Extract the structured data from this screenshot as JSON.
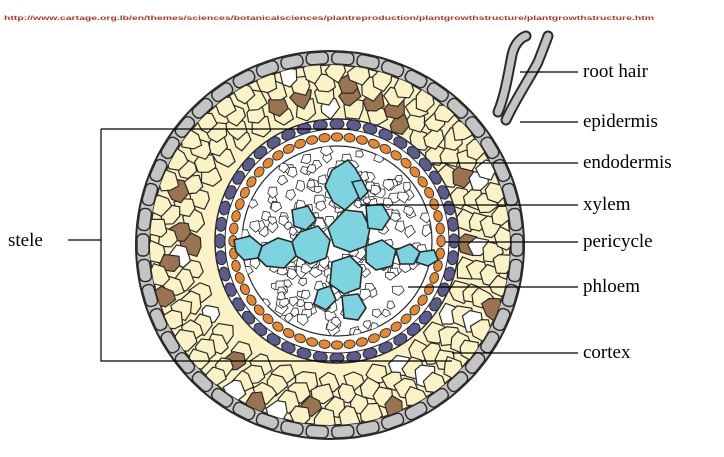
{
  "source_url": "http://www.cartage.org.lb/en/themes/sciences/botanicalsciences/plantreproduction/plantgrowthstructure/plantgrowthstructure.htm",
  "labels": {
    "root_hair": "root hair",
    "epidermis": "epidermis",
    "endodermis": "endodermis",
    "xylem": "xylem",
    "pericycle": "pericycle",
    "phloem": "phloem",
    "cortex": "cortex",
    "stele": "stele"
  },
  "colors": {
    "url_text": "#b0362a",
    "outline": "#2a2a2a",
    "epidermis_cell": "#c4c4c4",
    "cortex_cell": "#fbf2c6",
    "cortex_shading": "#9a7450",
    "endodermis_cell": "#5b5b8e",
    "pericycle_cell": "#e8882e",
    "xylem_vessel": "#7ed3e0",
    "phloem_cell": "#ffffff"
  }
}
